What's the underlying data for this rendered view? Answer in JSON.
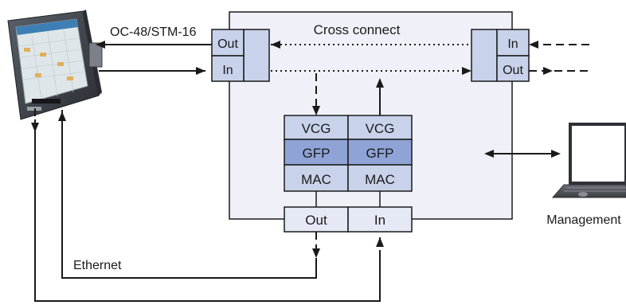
{
  "labels": {
    "link": "OC-48/STM-16",
    "cross_connect": "Cross connect",
    "ethernet": "Ethernet",
    "management": "Management"
  },
  "left_ports": {
    "out": "Out",
    "in": "In"
  },
  "right_ports": {
    "in": "In",
    "out": "Out"
  },
  "stacks": [
    {
      "vcg": "VCG",
      "gfp": "GFP",
      "mac": "MAC"
    },
    {
      "vcg": "VCG",
      "gfp": "GFP",
      "mac": "MAC"
    }
  ],
  "bottom_ports": {
    "out": "Out",
    "in": "In"
  },
  "colors": {
    "panel": "#f0f0f8",
    "port": "#c8d2ea",
    "gfp": "#8fa3d6",
    "vcg_mac": "#c8d2ea",
    "line": "#1a1a1a"
  }
}
